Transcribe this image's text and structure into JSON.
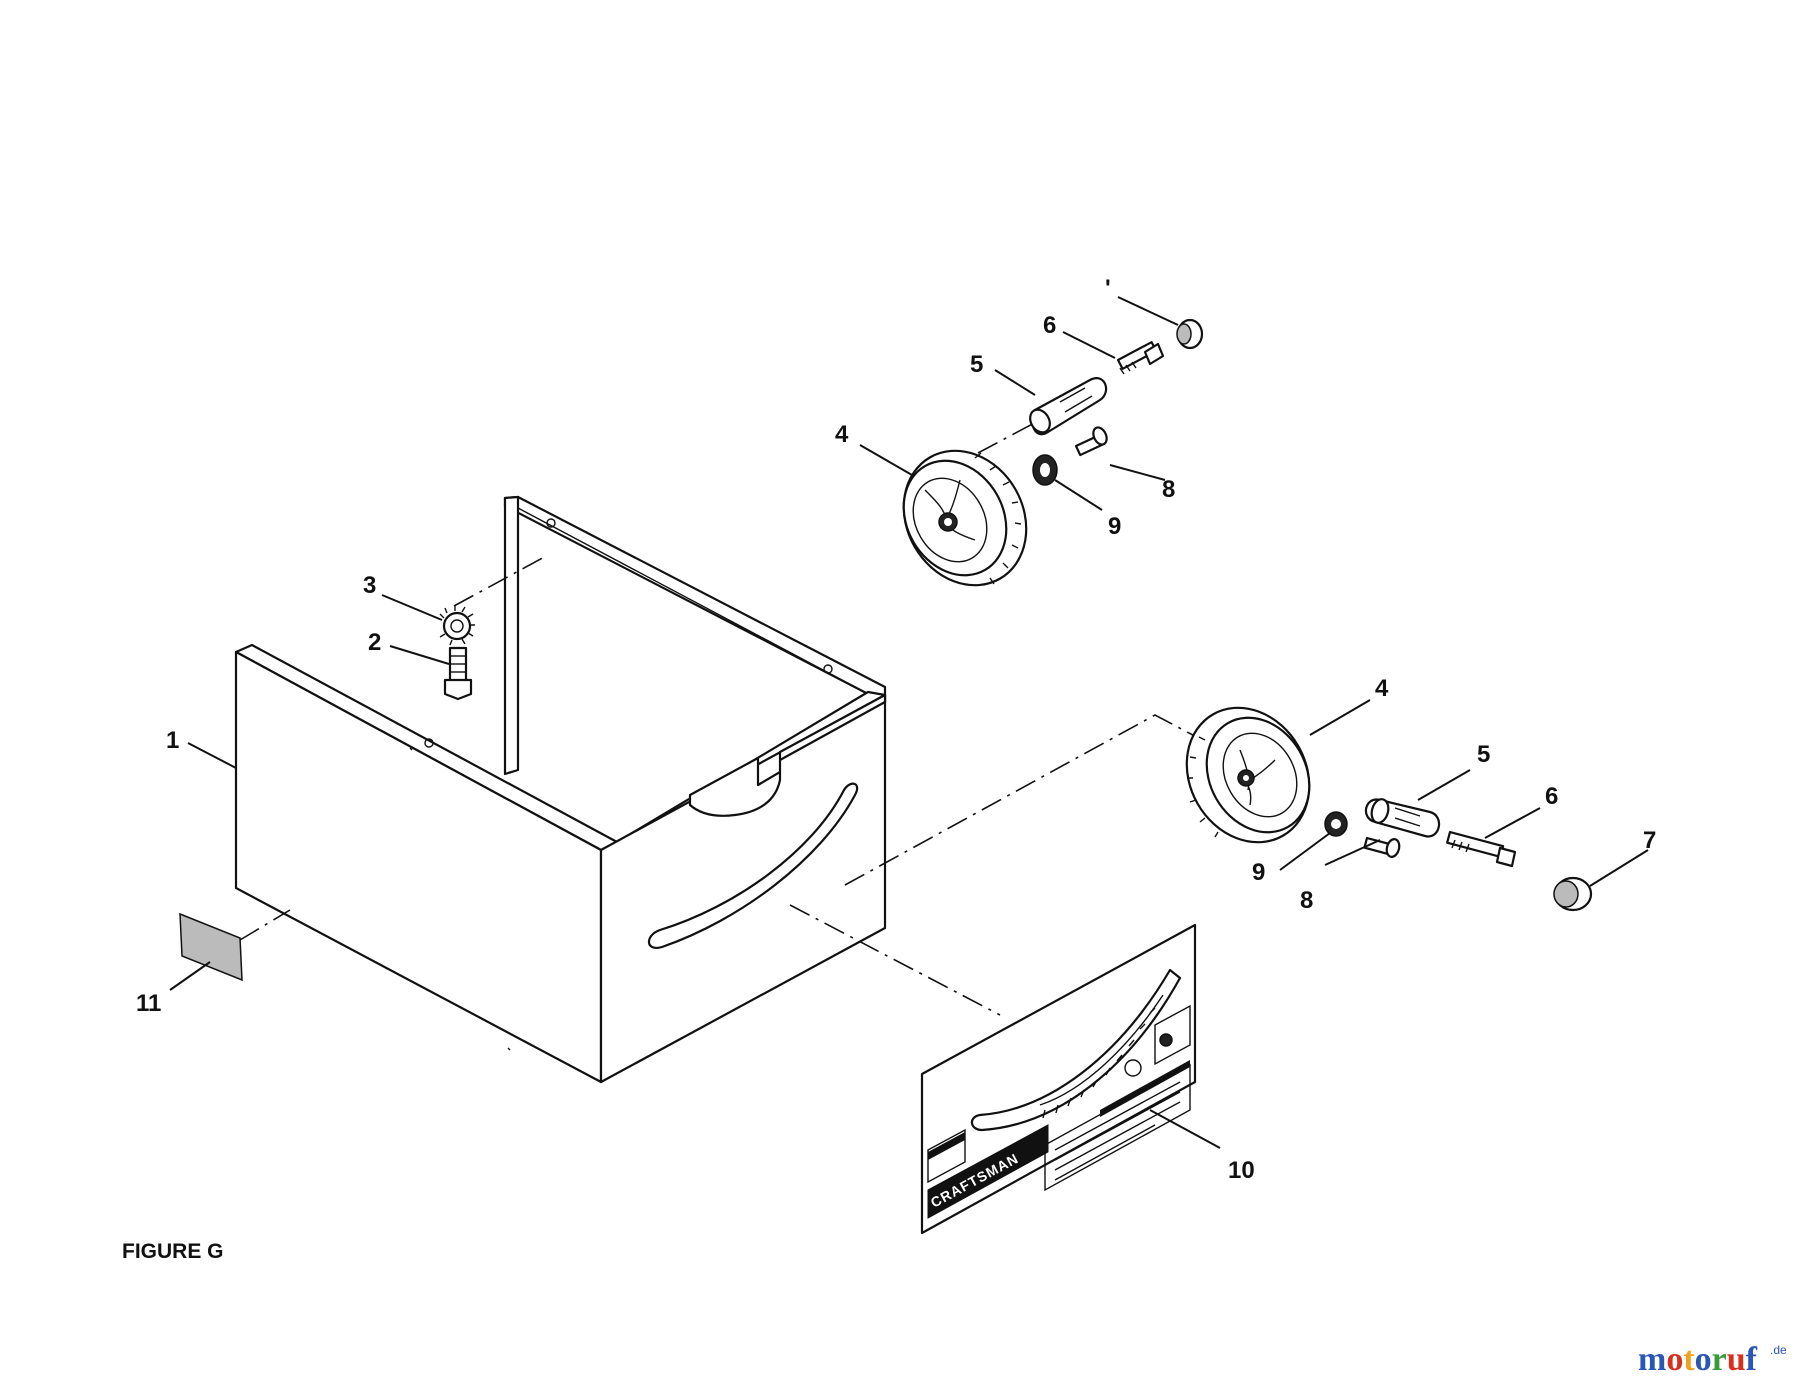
{
  "figure": {
    "label": "FIGURE G"
  },
  "callouts": [
    {
      "id": "c1",
      "text": "1"
    },
    {
      "id": "c2",
      "text": "2"
    },
    {
      "id": "c3",
      "text": "3"
    },
    {
      "id": "c4a",
      "text": "4"
    },
    {
      "id": "c5a",
      "text": "5"
    },
    {
      "id": "c6a",
      "text": "6"
    },
    {
      "id": "c7a",
      "text": "'"
    },
    {
      "id": "c8a",
      "text": "8"
    },
    {
      "id": "c9a",
      "text": "9"
    },
    {
      "id": "c4b",
      "text": "4"
    },
    {
      "id": "c5b",
      "text": "5"
    },
    {
      "id": "c6b",
      "text": "6"
    },
    {
      "id": "c7b",
      "text": "7"
    },
    {
      "id": "c8b",
      "text": "8"
    },
    {
      "id": "c9b",
      "text": "9"
    },
    {
      "id": "c10",
      "text": "10"
    },
    {
      "id": "c11",
      "text": "11"
    }
  ],
  "label_panel": {
    "brand": "CRAFTSMAN"
  },
  "watermark": {
    "brand": "motoruf",
    "suffix": ".de",
    "colors": [
      "#2a56b5",
      "#d8301f",
      "#f0a21c",
      "#2a56b5",
      "#3a9a3a",
      "#d8301f",
      "#2a56b5"
    ]
  }
}
